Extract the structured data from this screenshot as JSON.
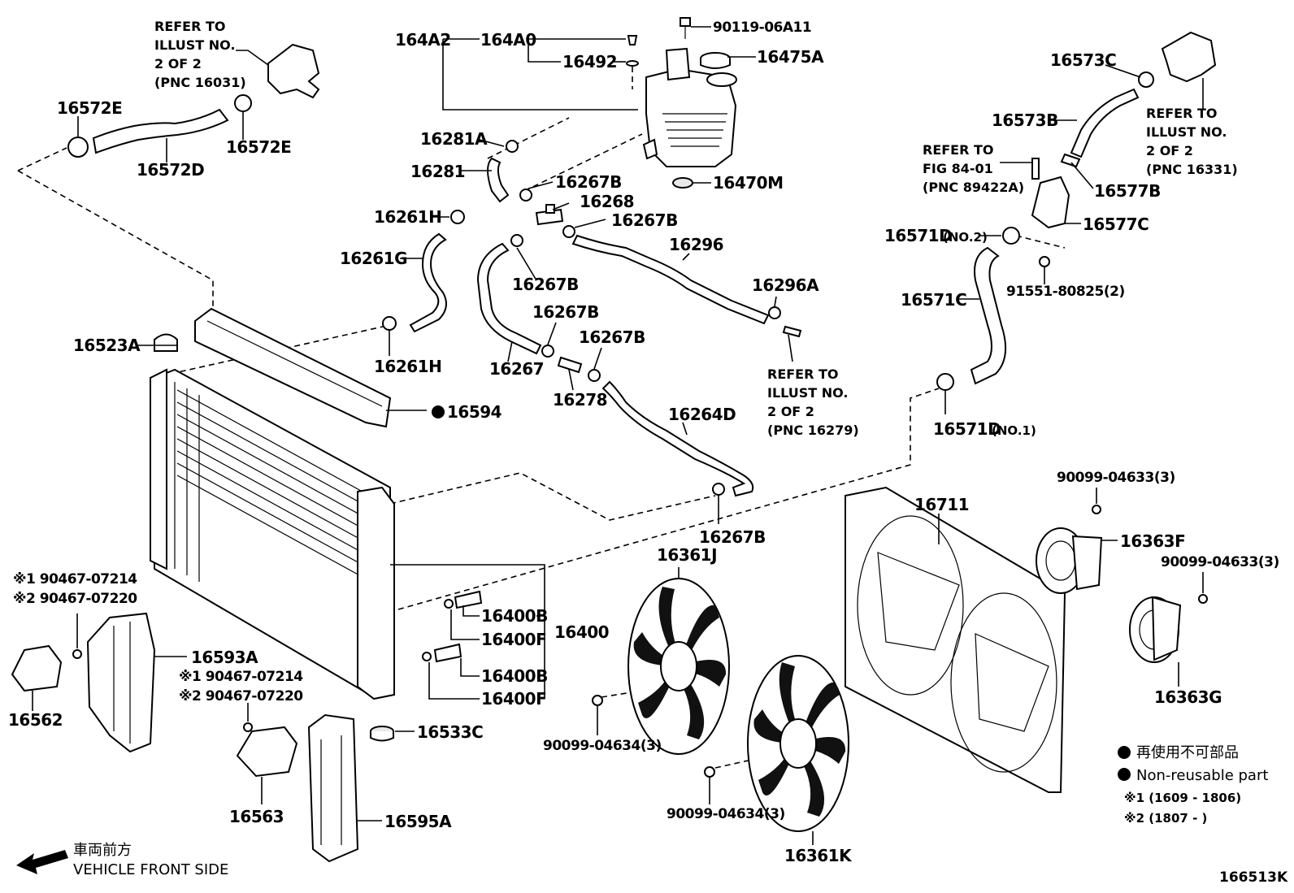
{
  "diagram_id": "166513K",
  "legend": {
    "non_reusable_jp": "再使用不可部品",
    "non_reusable_en": "Non-reusable part",
    "note1": "※1 (1609 - 1806)",
    "note2": "※2 (1807 -          )"
  },
  "front_side": {
    "jp": "車両前方",
    "en": "VEHICLE FRONT SIDE"
  },
  "refs": {
    "thermostat_top_left": [
      "REFER TO",
      "ILLUST NO.",
      "2 OF 2",
      "(PNC 16031)"
    ],
    "thermostat_top_right": [
      "REFER TO",
      "ILLUST NO.",
      "2 OF 2",
      "(PNC 16331)"
    ],
    "fig_84": [
      "REFER TO",
      "FIG 84-01",
      "(PNC 89422A)"
    ],
    "pipe_16279": [
      "REFER TO",
      "ILLUST NO.",
      "2 OF 2",
      "(PNC 16279)"
    ]
  },
  "parts": {
    "p164A2": "164A2",
    "p164A0": "164A0",
    "p16492": "16492",
    "p90119": "90119-06A11",
    "p16475A": "16475A",
    "p16470M": "16470M",
    "p16281A": "16281A",
    "p16281": "16281",
    "p16267B_1": "16267B",
    "p16268": "16268",
    "p16267B_2": "16267B",
    "p16261H_1": "16261H",
    "p16261G": "16261G",
    "p16267B_3": "16267B",
    "p16296": "16296",
    "p16296A": "16296A",
    "p16267B_4": "16267B",
    "p16267B_5": "16267B",
    "p16267": "16267",
    "p16278": "16278",
    "p16261H_2": "16261H",
    "p16264D": "16264D",
    "p16267B_6": "16267B",
    "p16523A": "16523A",
    "p16594": "16594",
    "p16572E_1": "16572E",
    "p16572E_2": "16572E",
    "p16572D": "16572D",
    "p16573C": "16573C",
    "p16573B": "16573B",
    "p16577B": "16577B",
    "p16577C": "16577C",
    "p16571D_1": "16571D",
    "p16571D_1_sfx": "(NO.2)",
    "p91551": "91551-80825(2)",
    "p16571C": "16571C",
    "p16571D_2": "16571D",
    "p16571D_2_sfx": "(NO.1)",
    "p16711": "16711",
    "p90099_a": "90099-04633(3)",
    "p16363F": "16363F",
    "p90099_b": "90099-04633(3)",
    "p16363G": "16363G",
    "p16361J": "16361J",
    "p16361K": "16361K",
    "p90099_c": "90099-04634(3)",
    "p90099_d": "90099-04634(3)",
    "p16400": "16400",
    "p16400B_1": "16400B",
    "p16400F_1": "16400F",
    "p16400B_2": "16400B",
    "p16400F_2": "16400F",
    "p16593A": "16593A",
    "p16562": "16562",
    "p16563": "16563",
    "p16533C": "16533C",
    "p16595A": "16595A",
    "n1_a": "※1 90467-07214",
    "n2_a": "※2 90467-07220",
    "n1_b": "※1 90467-07214",
    "n2_b": "※2 90467-07220"
  }
}
